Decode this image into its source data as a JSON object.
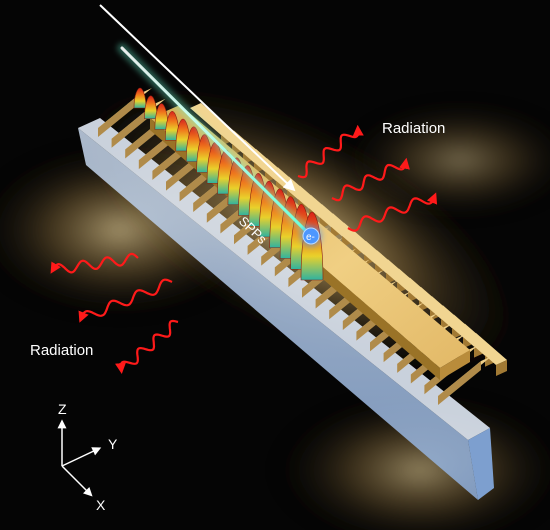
{
  "labels": {
    "radiation_top": "Radiation",
    "radiation_bottom": "Radiation",
    "spps": "SPPs",
    "electron": "e-",
    "axis_z": "Z",
    "axis_y": "Y",
    "axis_x": "X"
  },
  "colors": {
    "background": "#050505",
    "glow": "#e8c98a",
    "gold": "#e6bc5e",
    "gold_dark": "#9a7327",
    "substrate_top": "#d7e3f1",
    "substrate_side": "#9bb8dd",
    "beam": "#6cffd9",
    "radiation_wave": "#ff1a1a",
    "electron": "#3a8cff"
  },
  "icons": {
    "radiation": "red-wavy-arrow-icon",
    "beam": "electron-beam-icon",
    "axes": "xyz-axes-icon"
  }
}
